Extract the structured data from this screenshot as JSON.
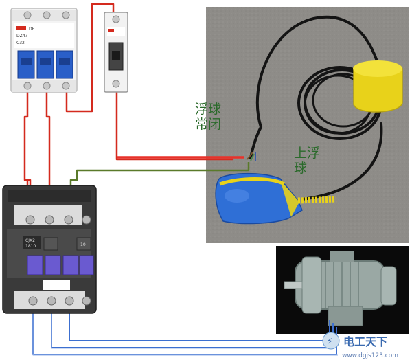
{
  "labels": {
    "float_nc_line1": "浮球",
    "float_nc_line2": "常闭",
    "upper_float_line1": "上浮",
    "upper_float_line2": "球"
  },
  "breaker": {
    "model": "DZ47",
    "rating": "C32",
    "brand": "DE"
  },
  "contactor": {
    "model": "CJX2",
    "model_code": "1810",
    "no_label": "10"
  },
  "watermark": {
    "title": "电工天下",
    "url": "www.dgjs123.com"
  },
  "colors": {
    "red_wire": "#d42a1e",
    "green_wire": "#5a7a2a",
    "blue_wire": "#3c6fd0",
    "photo_bg": "#8e8c88",
    "float_blue": "#2f6fd6",
    "float_yellow": "#e8d21a",
    "label_green": "#2b6a2b"
  },
  "icons": [
    "circuit-breaker-icon",
    "contactor-icon",
    "float-switch-icon",
    "motor-icon"
  ]
}
